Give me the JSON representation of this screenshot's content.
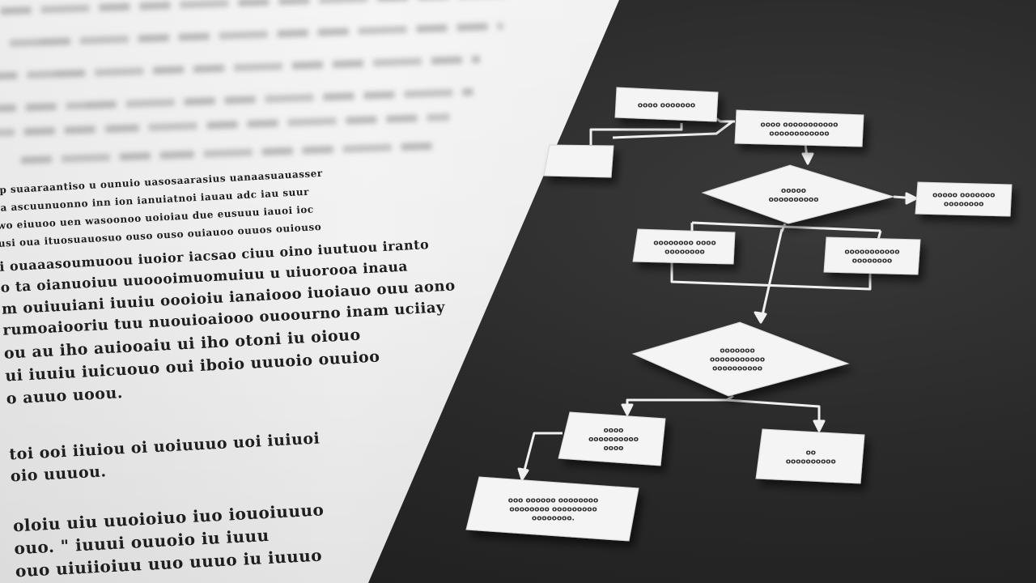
{
  "document": {
    "lines": [
      "ip suaaraantiso  u ounuio  uasosaarasius  uanaasuauasser",
      "ia ascuunuonno  inn ion  ianuiatnoi iauau  adc iau  suur",
      "wo eiuuoo  uen  wasoonoo uoioiau  due eusuuu iauoi  ioc",
      "usi oua  ituosuauosuo  ouso ouso ouiauoo ouuos ouiouso",
      "i  ouaaasoumuoou  iuoior  iacsao  ciuu  oino  iuutuou  iranto",
      "o ta  oianuoiuu  uuoooimuomuiuu  u  uiuorooa  inaua",
      "m ouiuuiani iuuiu  oooioiu  ianaiooo  iuoiauo ouu  aono",
      "rumoaiooriu  tuu  nuouioaiooo  ouoourno  inam  uciiay",
      "ou au  iho  auiooaiu  ui iho  otoni  iu  oiouo",
      "ui iuuiu  iuicuouo  oui  iboio  uuuoio  ouuioo",
      "o auuo  uoou.",
      "toi  ooi iiuiou  oi uoiuuuo  uoi iuiuoi",
      "oio  uuuou.",
      "oloiu  uiu  uuoioiuo  iuo  iouoiuuuo",
      "ouo.  \"  iuuui  ouuoio  iu  iuuu",
      "ouo  uiuiioiuu  uuo  uuuo  iu  iuuuo"
    ]
  },
  "flowchart": {
    "nodes": [
      {
        "id": "n1",
        "lines": [
          "oooo ooooooo"
        ]
      },
      {
        "id": "n2",
        "lines": [
          "oooo ooooooooooo",
          "oooooooooooo"
        ]
      },
      {
        "id": "n3",
        "lines": [
          ""
        ]
      },
      {
        "id": "n4",
        "lines": [
          "ooooo",
          "oooooooooo"
        ]
      },
      {
        "id": "n5",
        "lines": [
          "ooooo ooooooo",
          "oooooooo"
        ]
      },
      {
        "id": "n6",
        "lines": [
          "oooooooo oooo",
          "oooooooo"
        ]
      },
      {
        "id": "n7",
        "lines": [
          "ooooooooooo",
          "oooooooo"
        ]
      },
      {
        "id": "n8",
        "lines": [
          "ooooooo",
          "ooooooooooo",
          "oooooooooo"
        ]
      },
      {
        "id": "n9",
        "lines": [
          "oooo",
          "oooooooooo",
          "oooo"
        ]
      },
      {
        "id": "n10",
        "lines": [
          "oo",
          "oooooooooo"
        ]
      },
      {
        "id": "n11",
        "lines": [
          "ooo oooooo oooooooo",
          "oooooooo ooooooooo",
          "oooooooo."
        ]
      }
    ]
  },
  "colors": {
    "background": "#2b2b2b",
    "paper": "#efefef",
    "node_fill": "#f4f4f4",
    "connector": "#f0f0f0"
  }
}
